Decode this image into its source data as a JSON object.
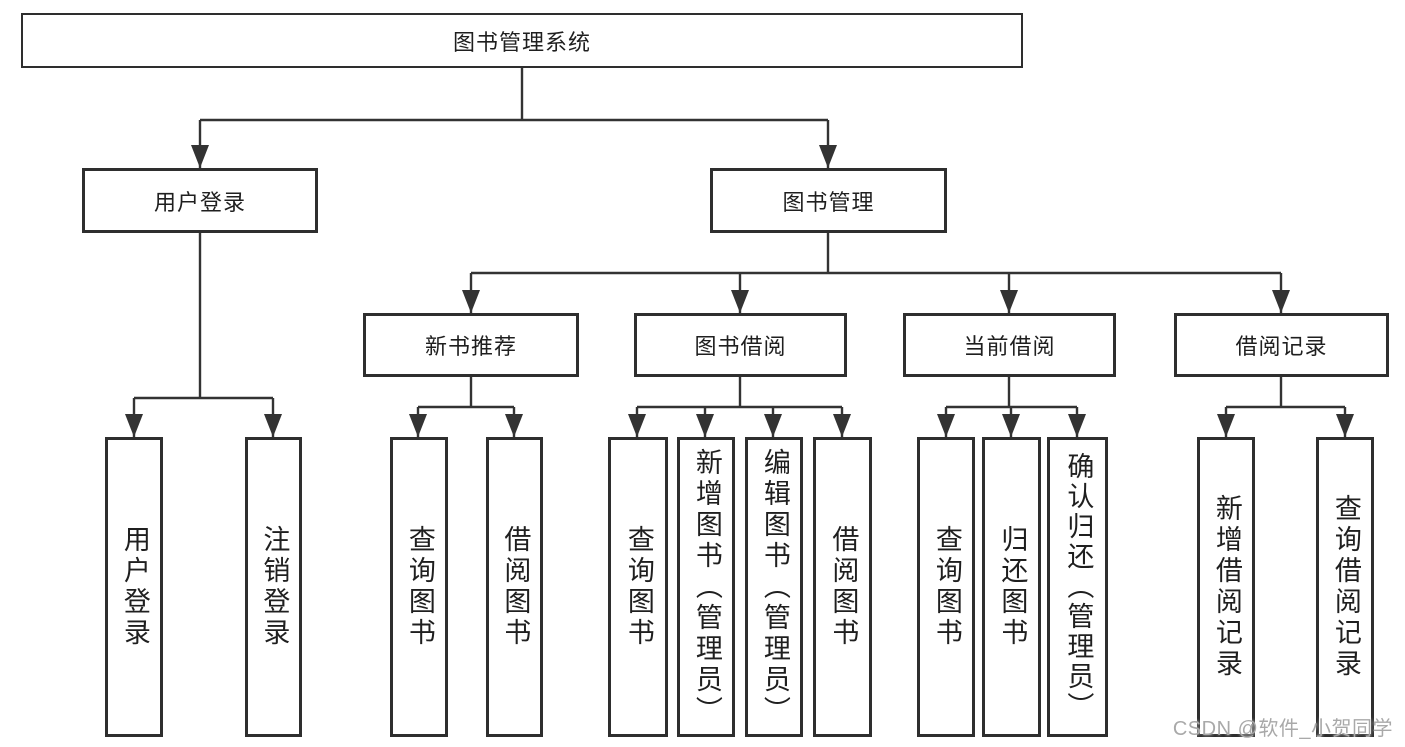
{
  "diagram": {
    "root": {
      "label": "图书管理系统"
    },
    "level2": {
      "user_login": {
        "label": "用户登录"
      },
      "book_mgmt": {
        "label": "图书管理"
      }
    },
    "level3": {
      "new_book_rec": {
        "label": "新书推荐"
      },
      "book_borrow": {
        "label": "图书借阅"
      },
      "current_borrow": {
        "label": "当前借阅"
      },
      "borrow_record": {
        "label": "借阅记录"
      }
    },
    "leaves": {
      "user_login": {
        "label": "用户登录"
      },
      "logout": {
        "label": "注销登录"
      },
      "query_book_1": {
        "label": "查询图书"
      },
      "borrow_book_1": {
        "label": "借阅图书"
      },
      "query_book_2": {
        "label": "查询图书"
      },
      "add_book": {
        "label": "新增图书（管理员）"
      },
      "edit_book": {
        "label": "编辑图书（管理员）"
      },
      "borrow_book_2": {
        "label": "借阅图书"
      },
      "query_book_3": {
        "label": "查询图书"
      },
      "return_book": {
        "label": "归还图书"
      },
      "confirm_return": {
        "label": "确认归还（管理员）"
      },
      "add_record": {
        "label": "新增借阅记录"
      },
      "query_record": {
        "label": "查询借阅记录"
      }
    }
  },
  "watermark": {
    "text": "CSDN @软件_小贺同学"
  },
  "colors": {
    "line": "#333333",
    "border": "#2e2e2e",
    "text": "#1f1f1f",
    "watermark": "#a9a9a9",
    "background": "#ffffff"
  }
}
